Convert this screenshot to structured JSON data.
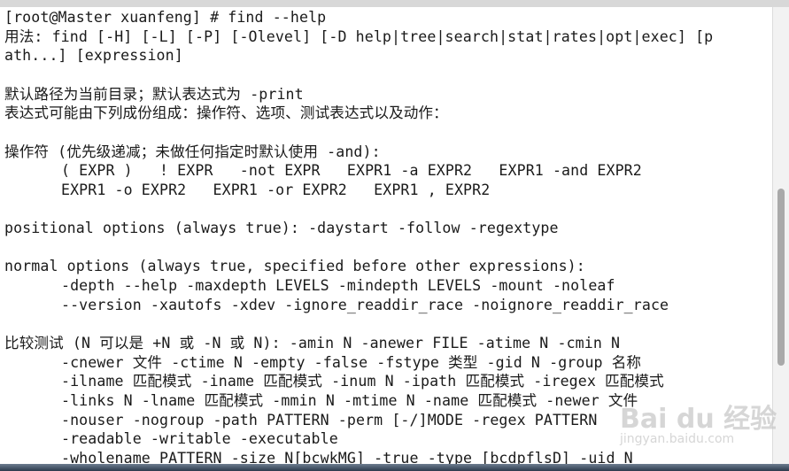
{
  "terminal": {
    "lines": [
      {
        "text": "[root@Master xuanfeng] # find --help",
        "indent": false
      },
      {
        "text": "用法: find [-H] [-L] [-P] [-Olevel] [-D help|tree|search|stat|rates|opt|exec] [p",
        "indent": false
      },
      {
        "text": "ath...] [expression]",
        "indent": false
      },
      {
        "text": "",
        "indent": false
      },
      {
        "text": "默认路径为当前目录；默认表达式为 -print",
        "indent": false
      },
      {
        "text": "表达式可能由下列成份组成：操作符、选项、测试表达式以及动作：",
        "indent": false
      },
      {
        "text": "",
        "indent": false
      },
      {
        "text": "操作符 (优先级递减；未做任何指定时默认使用 -and):",
        "indent": false
      },
      {
        "text": "( EXPR )   ! EXPR   -not EXPR   EXPR1 -a EXPR2   EXPR1 -and EXPR2",
        "indent": true
      },
      {
        "text": "EXPR1 -o EXPR2   EXPR1 -or EXPR2   EXPR1 , EXPR2",
        "indent": true
      },
      {
        "text": "",
        "indent": false
      },
      {
        "text": "positional options (always true): -daystart -follow -regextype",
        "indent": false
      },
      {
        "text": "",
        "indent": false
      },
      {
        "text": "normal options (always true, specified before other expressions):",
        "indent": false
      },
      {
        "text": "-depth --help -maxdepth LEVELS -mindepth LEVELS -mount -noleaf",
        "indent": true
      },
      {
        "text": "--version -xautofs -xdev -ignore_readdir_race -noignore_readdir_race",
        "indent": true
      },
      {
        "text": "",
        "indent": false
      },
      {
        "text": "比较测试 (N 可以是 +N 或 -N 或 N): -amin N -anewer FILE -atime N -cmin N",
        "indent": false
      },
      {
        "text": "-cnewer 文件 -ctime N -empty -false -fstype 类型 -gid N -group 名称",
        "indent": true
      },
      {
        "text": "-ilname 匹配模式 -iname 匹配模式 -inum N -ipath 匹配模式 -iregex 匹配模式",
        "indent": true
      },
      {
        "text": "-links N -lname 匹配模式 -mmin N -mtime N -name 匹配模式 -newer 文件",
        "indent": true
      },
      {
        "text": "-nouser -nogroup -path PATTERN -perm [-/]MODE -regex PATTERN",
        "indent": true
      },
      {
        "text": "-readable -writable -executable",
        "indent": true
      },
      {
        "text": "-wholename PATTERN -size N[bcwkMG] -true -type [bcdpflsD] -uid N",
        "indent": true
      }
    ]
  },
  "watermark": {
    "logo": "Bai du 经验",
    "url": "jingyan.baidu.com"
  }
}
